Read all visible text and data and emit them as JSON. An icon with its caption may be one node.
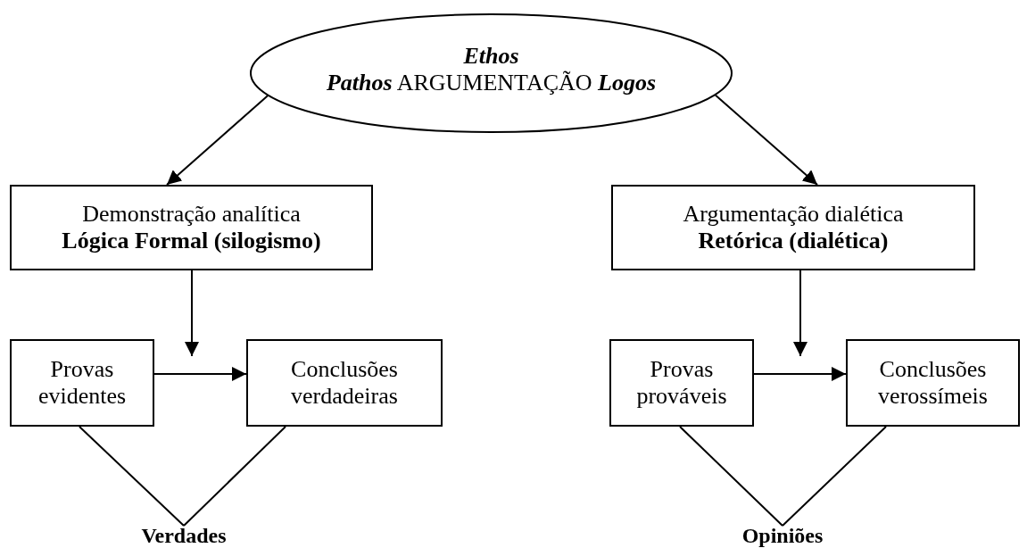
{
  "diagram": {
    "nodes": [
      {
        "text": [
          "Ethos",
          "**Pathos** ARGUMENTAÇÃO **Logos**"
        ]
      },
      {
        "text": [
          "Demonstração analítica",
          "Lógica Formal (silogismo)"
        ]
      },
      {
        "text": [
          "Argumentação dialética",
          "Retórica (dialética)"
        ]
      },
      {
        "text": [
          "Provas evidentes"
        ]
      },
      {
        "text": [
          "Conclusões verdadeiras"
        ]
      },
      {
        "text": [
          "Provas prováveis"
        ]
      },
      {
        "text": [
          "Conclusões verossímeis"
        ]
      },
      {
        "text": [
          "Verdades"
        ]
      },
      {
        "text": [
          "Opiniões"
        ]
      }
    ],
    "edges": [
      {
        "from": 0,
        "to": 1,
        "arrow": "to"
      },
      {
        "from": 0,
        "to": 2,
        "arrow": "to"
      },
      {
        "from": 1,
        "to": null,
        "arrow": "to"
      },
      {
        "from": 2,
        "to": null,
        "arrow": "to"
      },
      {
        "from": 3,
        "to": 4,
        "arrow": "to"
      },
      {
        "from": 5,
        "to": 6,
        "arrow": "to"
      },
      {
        "from": 3,
        "to": 7,
        "arrow": "none"
      },
      {
        "from": 4,
        "to": 7,
        "arrow": "none"
      },
      {
        "from": 5,
        "to": 8,
        "arrow": "none"
      },
      {
        "from": 6,
        "to": 8,
        "arrow": "none"
      }
    ]
  }
}
